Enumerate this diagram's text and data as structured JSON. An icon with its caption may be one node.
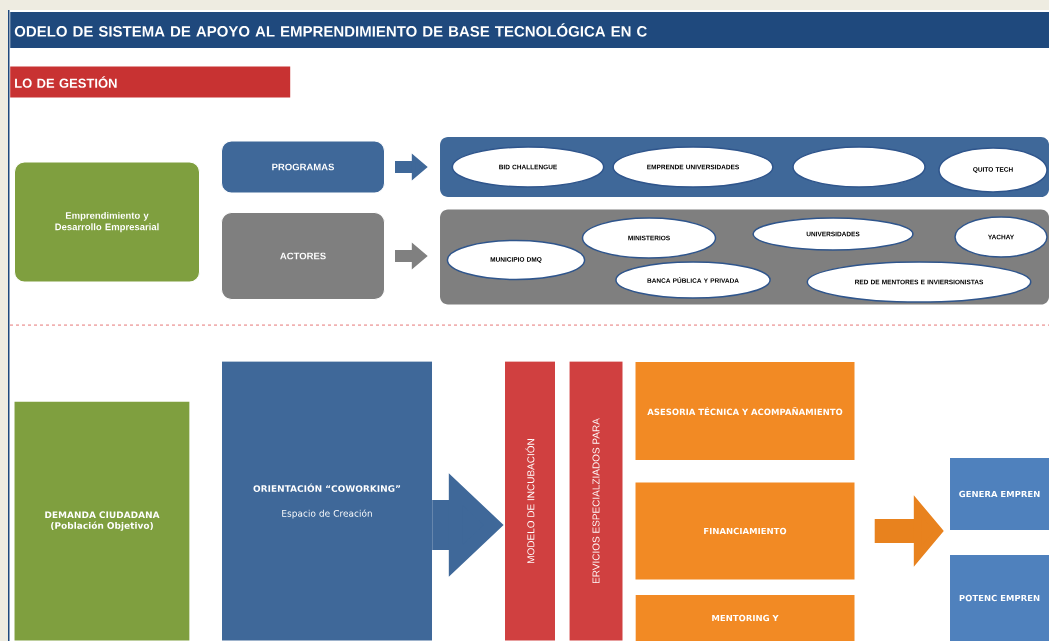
{
  "diagram": {
    "title": "ODELO DE SISTEMA DE APOYO AL EMPRENDIMIENTO DE BASE TECNOLÓGICA EN C",
    "nodes": [
      {
        "text": [
          "Emprendimiento y Desarrollo Empresarial"
        ]
      },
      {
        "text": [
          "PROGRAMAS"
        ]
      },
      {
        "text": [
          "ACTORES"
        ]
      },
      {
        "text": [],
        "shape": "box"
      },
      {
        "text": [
          "BID CHALLENGUE"
        ],
        "in": 3
      },
      {
        "text": [
          "EMPRENDE UNIVERSIDADES"
        ],
        "in": 3
      },
      {
        "text": [],
        "shape": "ellipse",
        "in": 3
      },
      {
        "text": [
          "QUITO TECH"
        ],
        "in": 3
      },
      {
        "text": [],
        "shape": "box"
      },
      {
        "text": [
          "MUNICIPIO DMQ"
        ],
        "in": 8
      },
      {
        "text": [
          "MINISTERIOS"
        ],
        "in": 8
      },
      {
        "text": [
          "BANCA PÚBLICA Y PRIVADA"
        ],
        "in": 8
      },
      {
        "text": [
          "UNIVERSIDADES"
        ],
        "in": 8
      },
      {
        "text": [
          "RED DE MENTORES E INVIERSIONISTAS"
        ],
        "in": 8
      },
      {
        "text": [
          "YACHAY"
        ],
        "in": 8
      },
      {
        "text": [
          "DEMANDA CIUDADANA (Población Objetivo)"
        ]
      },
      {
        "text": [
          "ORIENTACIÓN “COWORKING”",
          "Espacio de Creación"
        ]
      },
      {
        "text": [
          "MODELO DE INCUBACIÓN"
        ]
      },
      {
        "text": [
          "ERVICIOS ESPECIALZIADOS PARA"
        ]
      },
      {
        "text": [
          "ASESORIA TÉCNICA Y ACOMPAÑAMIENTO"
        ]
      },
      {
        "text": [
          "FINANCIAMIENTO"
        ]
      },
      {
        "text": [
          "MENTORING Y"
        ]
      },
      {
        "text": [
          "GENERA EMPREN"
        ]
      },
      {
        "text": [
          "POTENC EMPREN"
        ]
      }
    ],
    "edges": [
      {
        "from": 1,
        "to": 3,
        "arrow": "to"
      },
      {
        "from": 2,
        "to": 8,
        "arrow": "to",
        "color": "#808080"
      },
      {
        "from": 16,
        "to": 17,
        "arrow": "to",
        "style": "thick"
      },
      {
        "from": 20,
        "to": 22,
        "arrow": "to",
        "style": "thick",
        "color": "#e8821e"
      }
    ],
    "labels": [
      "LO DE GESTIÓN"
    ]
  }
}
